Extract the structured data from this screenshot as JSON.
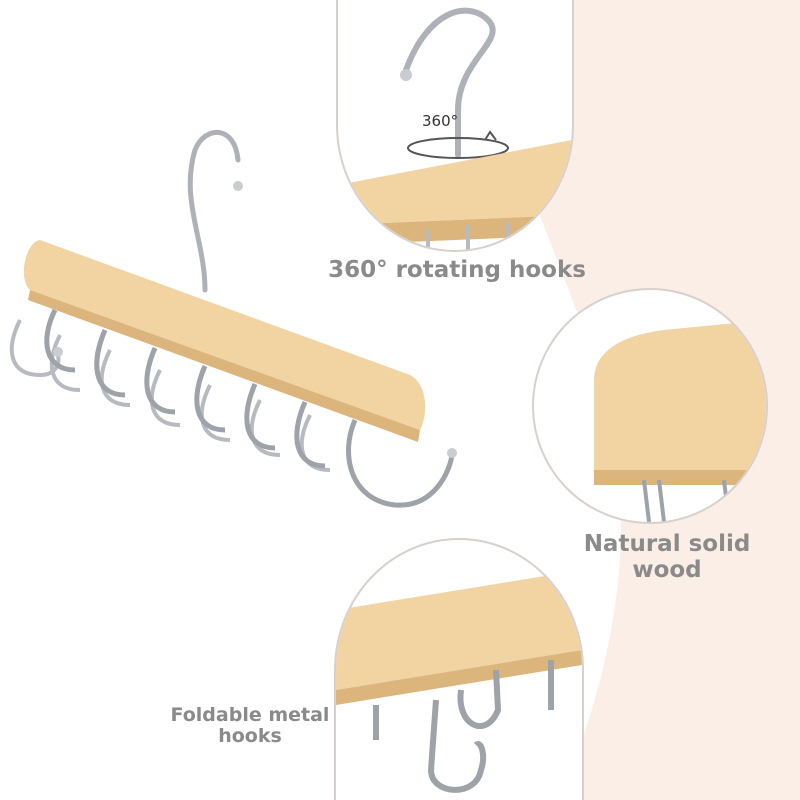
{
  "captions": {
    "rotating": "360° rotating hooks",
    "wood_line1": "Natural solid",
    "wood_line2": "wood",
    "foldable_line1": "Foldable metal",
    "foldable_line2": "hooks"
  },
  "callout": {
    "rotation_label": "360°"
  },
  "colors": {
    "background": "#ffffff",
    "blob": "#fdf0e8",
    "wood": "#f1d4a2",
    "wood_shade": "#dcb57d",
    "metal": "#b9bcc2",
    "caption": "#8a8a8a",
    "circle_border": "#d8d0cc"
  }
}
